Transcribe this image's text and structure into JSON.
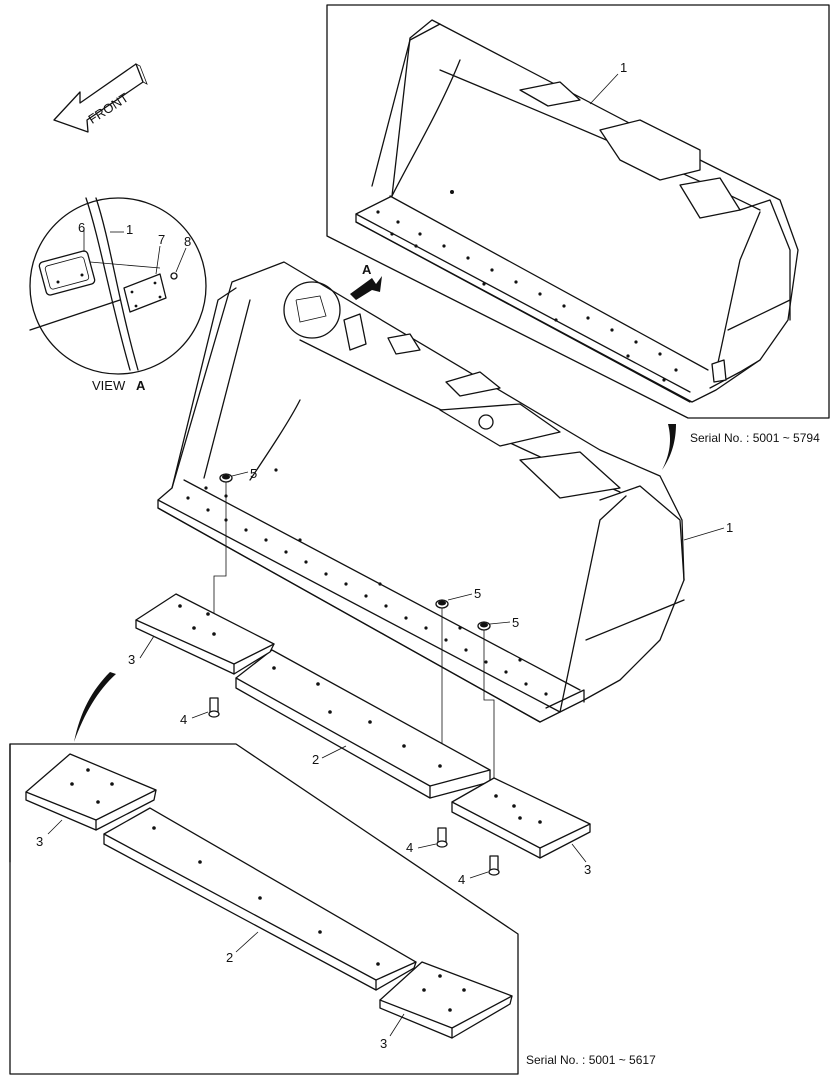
{
  "front_arrow": {
    "label": "FRONT"
  },
  "view": {
    "label": "VIEW",
    "letter": "A",
    "pointer_letter": "A"
  },
  "serial_top": "Serial No. : 5001 ~ 5794",
  "serial_bottom": "Serial No. : 5001 ~ 5617",
  "callouts": {
    "top_bucket": "1",
    "view_bucket": "1",
    "view_plate_6": "6",
    "view_plate_7": "7",
    "view_bolt_8": "8",
    "main_bucket": "1",
    "nut_a": "5",
    "nut_b": "5",
    "nut_c": "5",
    "bolt_a": "4",
    "bolt_b": "4",
    "bolt_c": "4",
    "edge_main": "2",
    "edge_inset": "2",
    "corner_main_left": "3",
    "corner_main_right": "3",
    "corner_inset_left": "3",
    "corner_inset_right": "3"
  },
  "colors": {
    "line": "#111111",
    "background": "#ffffff",
    "frame_bg": "#ffffff"
  }
}
